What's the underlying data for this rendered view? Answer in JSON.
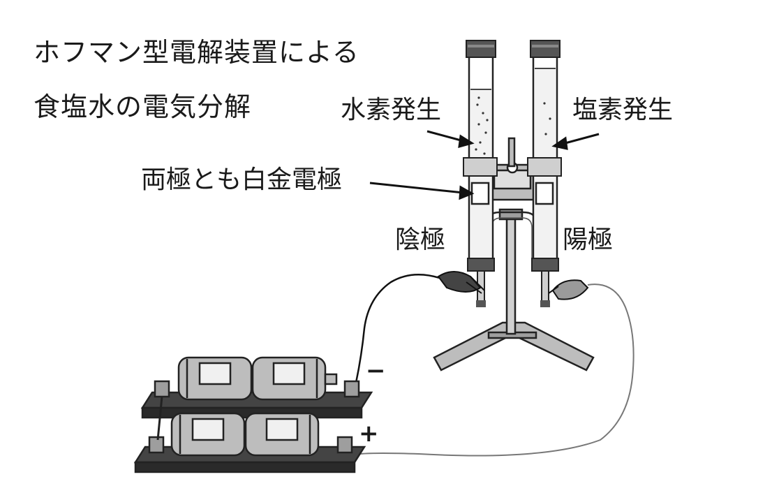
{
  "title": {
    "line1": "ホフマン型電解装置による",
    "line2": "食塩水の電気分解"
  },
  "labels": {
    "hydrogen": "水素発生",
    "chlorine": "塩素発生",
    "electrodes": "両極とも白金電極",
    "cathode": "陰極",
    "anode": "陽極",
    "minus": "−",
    "plus": "+"
  }
}
